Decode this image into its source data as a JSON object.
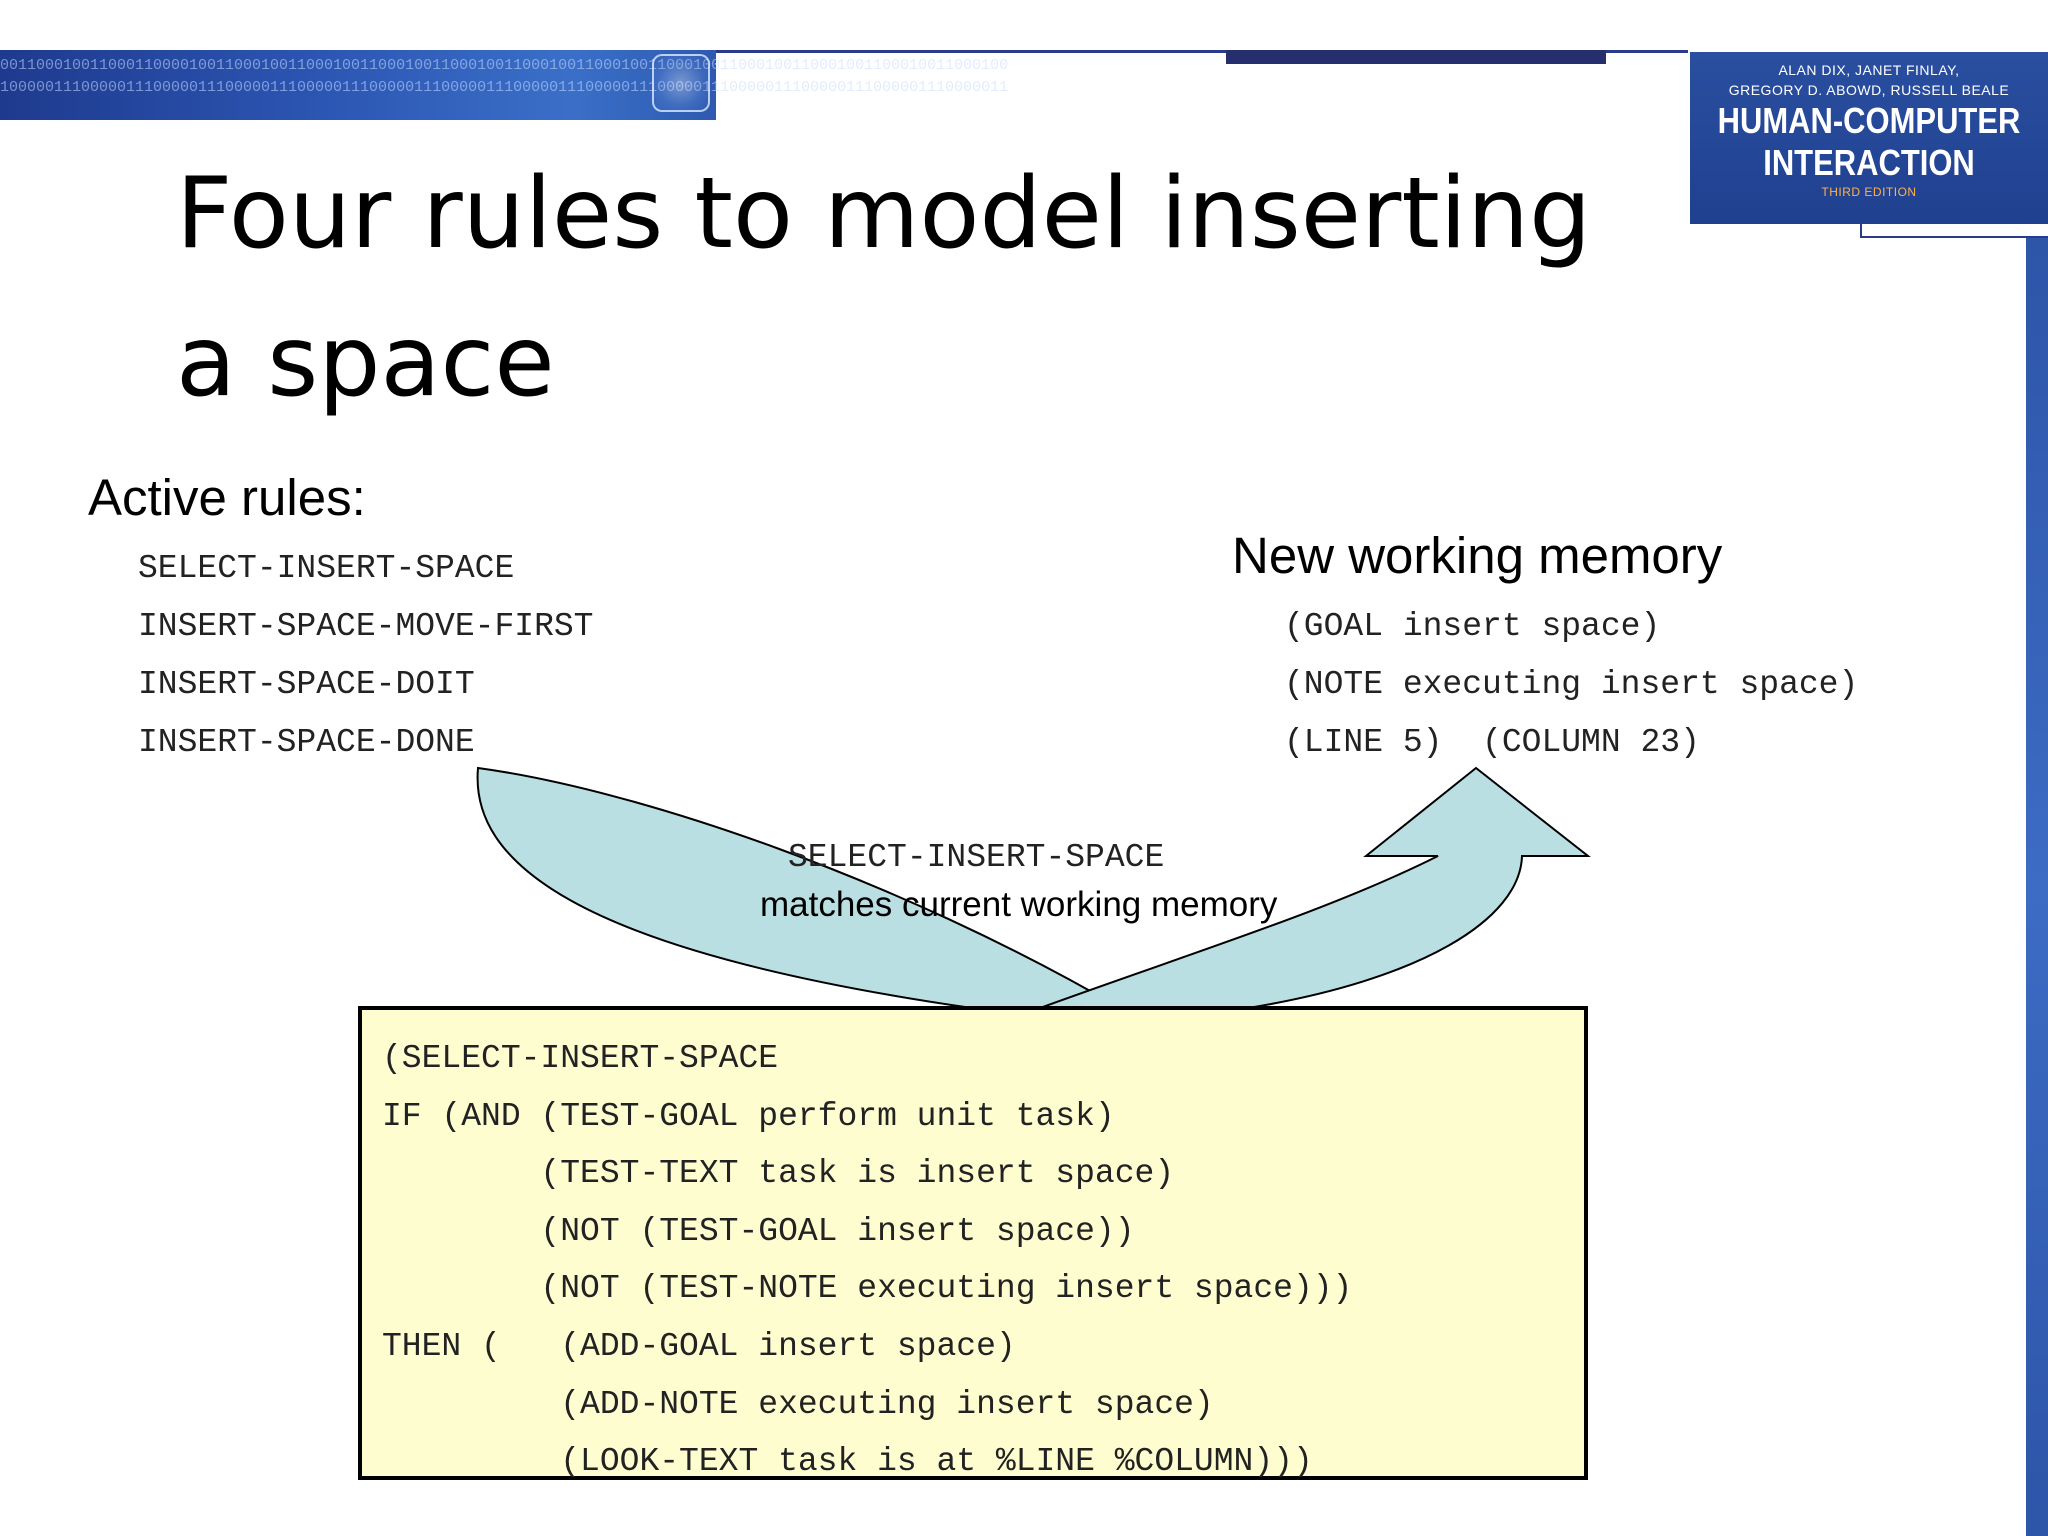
{
  "header": {
    "binary_pattern": "0011000100110001100001001100010011000100110001001100010011000100110001001100010011000100110001001100010011000100",
    "binary_pattern_2": "1000001110000011100000111000001110000011100000111000001110000011100000111000001110000011100000111000001110000011",
    "book": {
      "authors_line1": "ALAN DIX, JANET FINLAY,",
      "authors_line2": "GREGORY D. ABOWD, RUSSELL BEALE",
      "title_line1": "HUMAN-COMPUTER",
      "title_line2": "INTERACTION",
      "edition": "THIRD EDITION"
    }
  },
  "title": {
    "line1": "Four rules to model inserting",
    "line2": "a space"
  },
  "active_rules": {
    "heading": "Active rules:",
    "items": [
      "SELECT-INSERT-SPACE",
      "INSERT-SPACE-MOVE-FIRST",
      "INSERT-SPACE-DOIT",
      "INSERT-SPACE-DONE"
    ]
  },
  "working_memory": {
    "heading": "New  working memory",
    "items": [
      "(GOAL insert space)",
      "(NOTE executing insert space)",
      "(LINE 5)  (COLUMN 23)"
    ]
  },
  "match": {
    "rule_name": "SELECT-INSERT-SPACE",
    "description": "matches current working memory"
  },
  "rule_definition": {
    "lines": [
      "(SELECT-INSERT-SPACE",
      "IF (AND (TEST-GOAL perform unit task)",
      "        (TEST-TEXT task is insert space)",
      "        (NOT (TEST-GOAL insert space))",
      "        (NOT (TEST-NOTE executing insert space)))",
      "THEN (   (ADD-GOAL insert space)",
      "         (ADD-NOTE executing insert space)",
      "         (LOOK-TEXT task is at %LINE %COLUMN)))"
    ]
  },
  "colors": {
    "arrow_fill": "#badfe3",
    "box_fill": "#fefdd0",
    "banner_blue": "#2c56b3"
  }
}
